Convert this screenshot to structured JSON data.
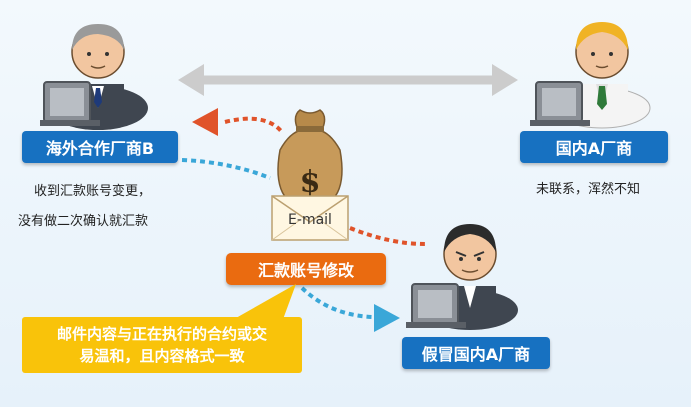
{
  "labels": {
    "overseas_vendor": "海外合作厂商B",
    "domestic_vendor": "国内A厂商",
    "fake_vendor": "假冒国内A厂商",
    "modify_account": "汇款账号修改",
    "email": "E-mail",
    "dollar": "$"
  },
  "notes": {
    "overseas_line1": "收到汇款账号变更，",
    "overseas_line2": "没有做二次确认就汇款",
    "domestic": "未联系，浑然不知"
  },
  "callout": {
    "line1": "邮件内容与正在执行的合约或交",
    "line2": "易温和，且内容格式一致"
  },
  "colors": {
    "blue_label": "#1771c1",
    "orange_label": "#ea6b10",
    "callout_yellow": "#f9c30a",
    "arrow_red": "#e0532a",
    "arrow_blue": "#3aa7d8",
    "arrow_gray": "#c8c8c8"
  },
  "icons": [
    "overseas-person-icon",
    "domestic-person-icon",
    "fake-person-icon",
    "money-bag-icon",
    "email-envelope-icon"
  ]
}
